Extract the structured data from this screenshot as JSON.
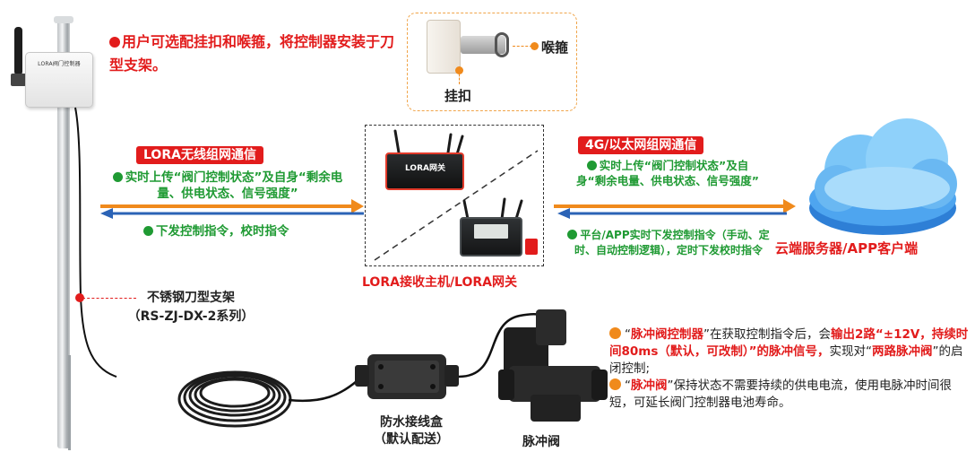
{
  "device": {
    "label": "LORA阀门控制器"
  },
  "mount_note": "用户可选配挂扣和喉箍，将控制器安装于刀型支架。",
  "inset": {
    "hoop_label": "喉箍",
    "hang_label": "挂扣"
  },
  "lora_link": {
    "title": "LORA无线组网通信",
    "up_text": "实时上传“阀门控制状态”及自身“剩余电量、供电状态、信号强度”",
    "down_text": "下发控制指令，校时指令"
  },
  "gateway": {
    "label": "LORA接收主机/LORA网关",
    "unit_text": "LORA网关"
  },
  "net_link": {
    "title": "4G/以太网组网通信",
    "up_text": "实时上传“阀门控制状态”及自身“剩余电量、供电状态、信号强度”",
    "down_text": "平台/APP实时下发控制指令（手动、定时、自动控制逻辑），定时下发校时指令"
  },
  "cloud": {
    "label": "云端服务器/APP客户端"
  },
  "stand": {
    "line1": "不锈钢刀型支架",
    "line2": "（RS-ZJ-DX-2系列）"
  },
  "junction_box": {
    "line1": "防水接线盒",
    "line2": "（默认配送）"
  },
  "valve": {
    "label": "脉冲阀"
  },
  "description": {
    "p1_a": "“",
    "p1_b": "脉冲阀控制器",
    "p1_c": "”在获取控制指令后，会",
    "p1_d": "输出2路“±12V，持续时间80ms（默认，可改制）”的脉冲信号，",
    "p1_e": "实现对“",
    "p1_f": "两路脉冲阀",
    "p1_g": "”的启闭控制;",
    "p2_a": "“",
    "p2_b": "脉冲阀",
    "p2_c": "”保持状态不需要持续的供电电流，使用电脉冲时间很短，可延长阀门控制器电池寿命。"
  },
  "colors": {
    "accent_red": "#e21c1c",
    "green": "#1f9a33",
    "orange": "#f08a1c",
    "arrow_blue": "#2b63b6"
  }
}
